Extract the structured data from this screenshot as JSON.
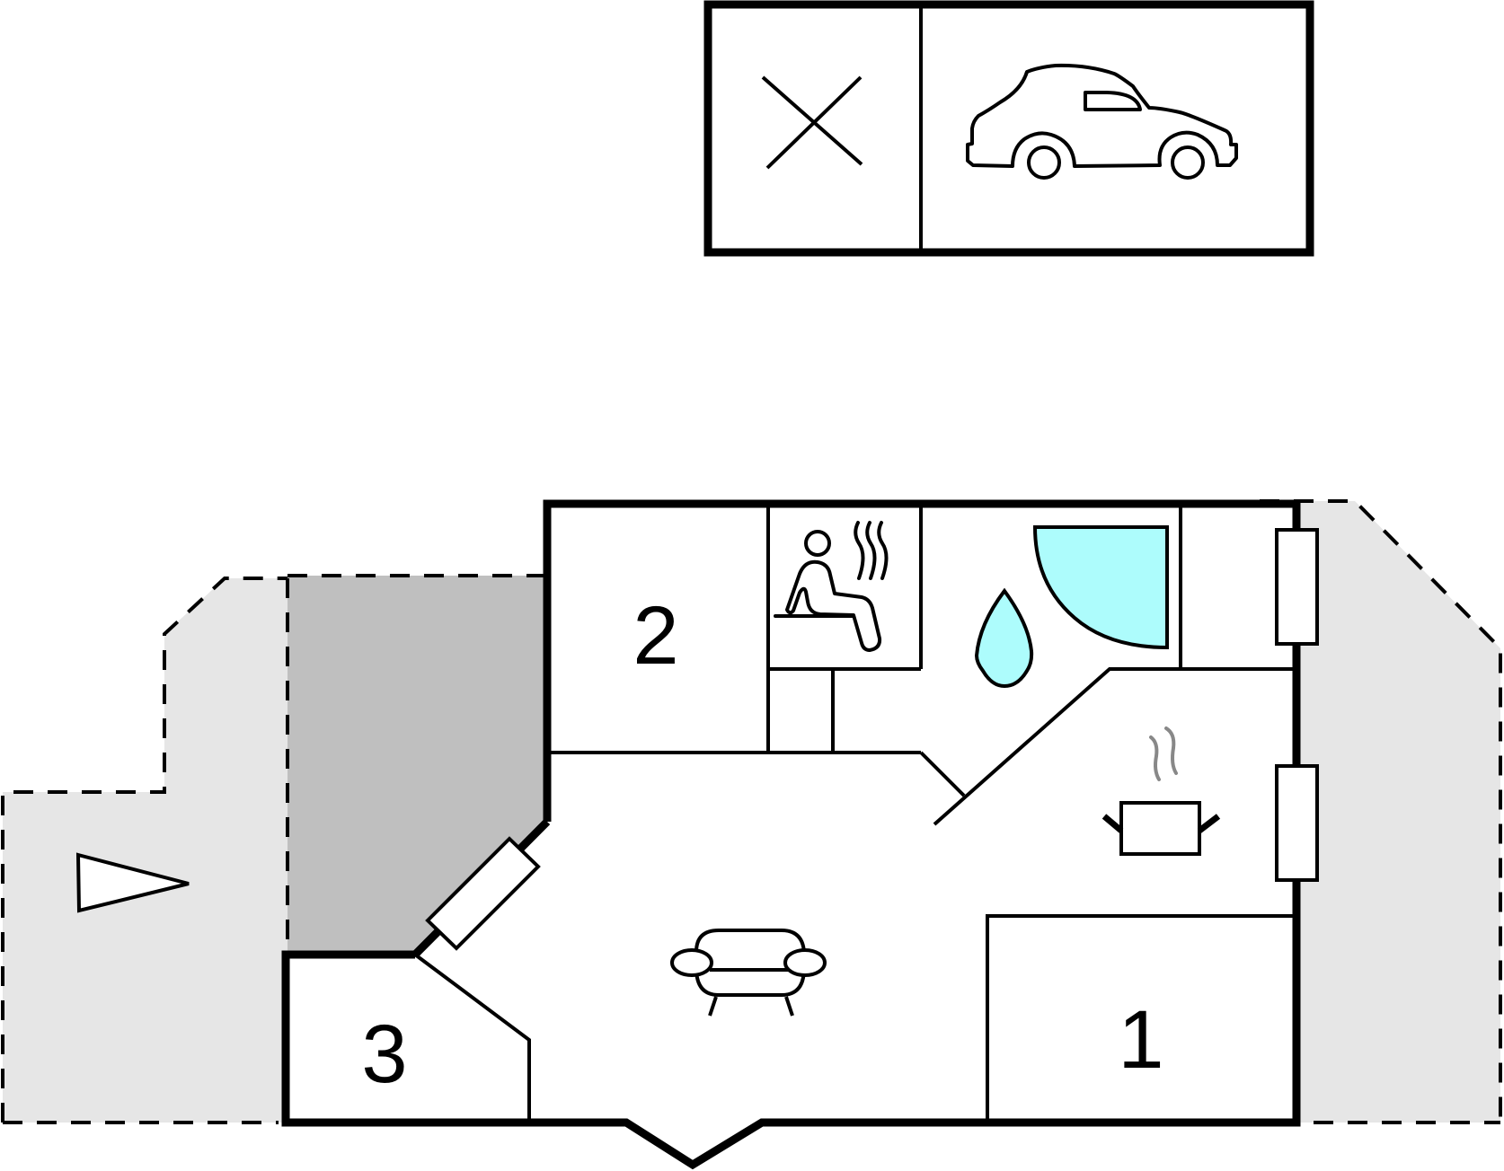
{
  "diagram": {
    "type": "floor-plan",
    "colors": {
      "outdoor_area": "#e6e6e6",
      "covered_terrace": "#bfbfbf",
      "water_fixtures": "#adfcfc",
      "wall": "#000000",
      "steam": "#888888",
      "background": "#ffffff"
    },
    "rooms": [
      {
        "id": "bedroom-1",
        "label": "1"
      },
      {
        "id": "bedroom-2",
        "label": "2"
      },
      {
        "id": "bedroom-3",
        "label": "3"
      }
    ],
    "icons": [
      {
        "name": "carport-icon",
        "meaning": "carport / parking"
      },
      {
        "name": "cross-icon",
        "meaning": "storage / unused"
      },
      {
        "name": "sauna-icon",
        "meaning": "sauna"
      },
      {
        "name": "water-drop-icon",
        "meaning": "bathroom"
      },
      {
        "name": "shower-icon",
        "meaning": "corner shower"
      },
      {
        "name": "cooking-pot-icon",
        "meaning": "kitchen"
      },
      {
        "name": "sofa-icon",
        "meaning": "living room"
      },
      {
        "name": "terrace-arrow-icon",
        "meaning": "terrace / entrance direction"
      }
    ]
  }
}
